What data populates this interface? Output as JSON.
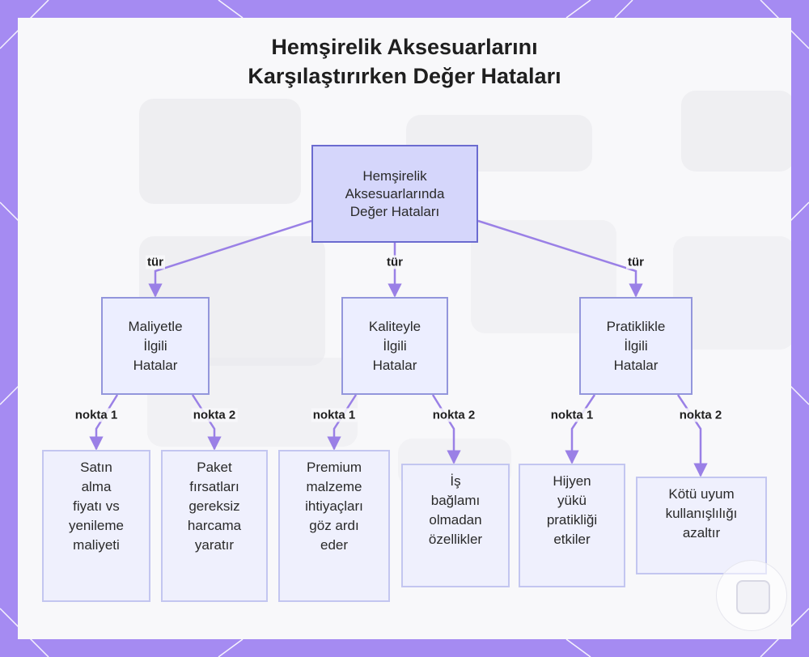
{
  "title": {
    "line1": "Hemşirelik Aksesuarlarını",
    "line2": "Karşılaştırırken Değer Hataları"
  },
  "root": {
    "lines": [
      "Hemşirelik",
      "Aksesuarlarında",
      "Değer Hataları"
    ]
  },
  "categories": [
    {
      "id": "cost",
      "edge_label": "tür",
      "lines": [
        "Maliyetle",
        "İlgili",
        "Hatalar"
      ]
    },
    {
      "id": "quality",
      "edge_label": "tür",
      "lines": [
        "Kaliteyle",
        "İlgili",
        "Hatalar"
      ]
    },
    {
      "id": "practicality",
      "edge_label": "tür",
      "lines": [
        "Pratiklikle",
        "İlgili",
        "Hatalar"
      ]
    }
  ],
  "leaves": [
    {
      "parent": "cost",
      "edge_label": "nokta 1",
      "lines": [
        "Satın",
        "alma",
        "fiyatı vs",
        "yenileme",
        "maliyeti"
      ]
    },
    {
      "parent": "cost",
      "edge_label": "nokta 2",
      "lines": [
        "Paket",
        "fırsatları",
        "gereksiz",
        "harcama",
        "yaratır"
      ]
    },
    {
      "parent": "quality",
      "edge_label": "nokta 1",
      "lines": [
        "Premium",
        "malzeme",
        "ihtiyaçları",
        "göz ardı",
        "eder"
      ]
    },
    {
      "parent": "quality",
      "edge_label": "nokta 2",
      "lines": [
        "İş",
        "bağlamı",
        "olmadan",
        "özellikler"
      ]
    },
    {
      "parent": "practicality",
      "edge_label": "nokta 1",
      "lines": [
        "Hijyen",
        "yükü",
        "pratikliği",
        "etkiler"
      ]
    },
    {
      "parent": "practicality",
      "edge_label": "nokta 2",
      "lines": [
        "Kötü uyum",
        "kullanışlılığı",
        "azaltır"
      ]
    }
  ],
  "colors": {
    "frame": "#a58bf2",
    "edge": "#9a80e6",
    "root_fill": "#d5d6fb",
    "root_border": "#6b6bd0",
    "category_fill": "#eceeff",
    "leaf_fill": "#eff0fd"
  }
}
